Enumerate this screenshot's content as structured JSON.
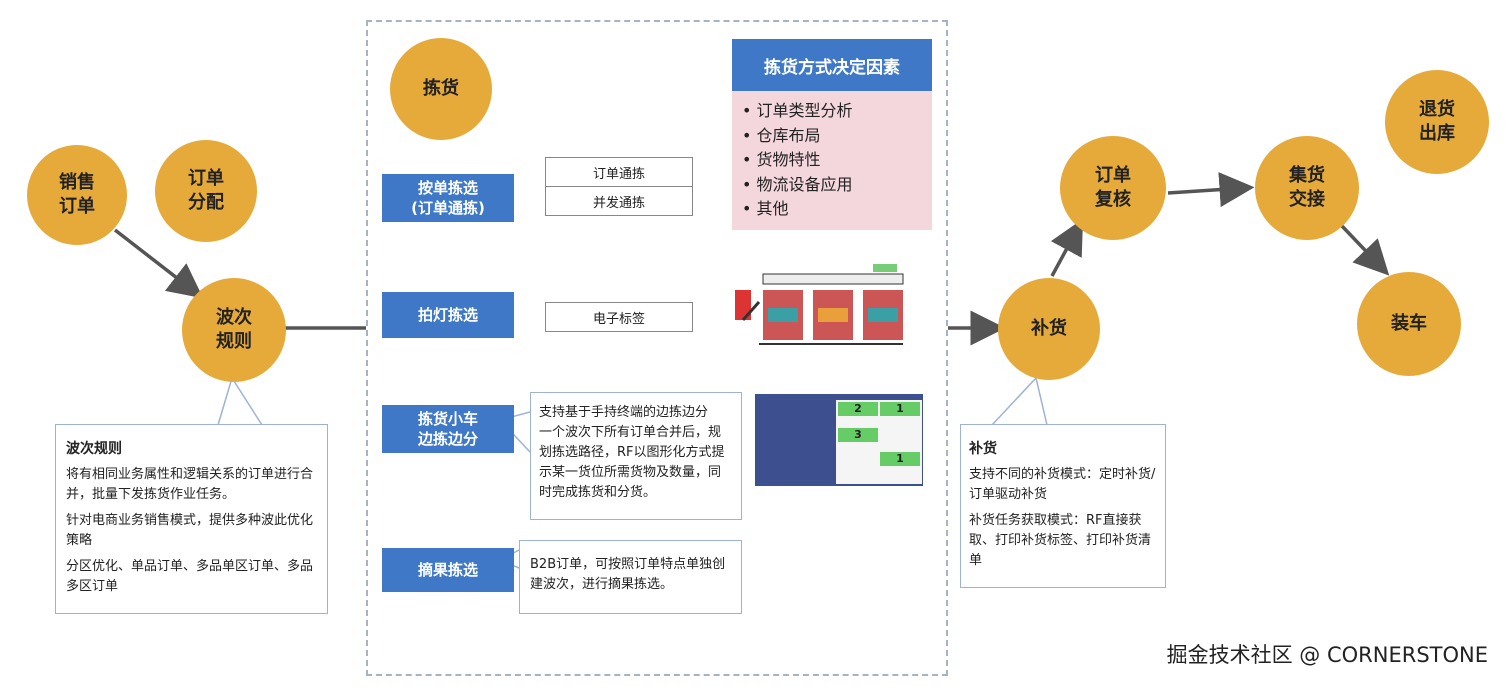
{
  "circles": {
    "sales_order": "销售\n订单",
    "order_alloc": "订单\n分配",
    "wave_rule": "波次\n规则",
    "picking": "拣货",
    "replenish": "补货",
    "order_review": "订单\n复核",
    "collect_handover": "集货\n交接",
    "return_outbound": "退货\n出库",
    "loading": "装车"
  },
  "factors": {
    "title": "拣货方式决定因素",
    "items": [
      "订单类型分析",
      "仓库布局",
      "货物特性",
      "物流设备应用",
      "其他"
    ]
  },
  "methods": {
    "by_order": "按单拣选\n(订单通拣)",
    "by_order_tags": [
      "订单通拣",
      "并发通拣"
    ],
    "light": "拍灯拣选",
    "light_tag": "电子标签",
    "cart": "拣货小车\n边拣边分",
    "cart_desc": "支持基于手持终端的边拣边分\n一个波次下所有订单合并后，规划拣选路径，RF以图形化方式提示某一货位所需货物及数量，同时完成拣货和分货。",
    "pick_fruit": "摘果拣选",
    "pick_fruit_desc": "B2B订单，可按照订单特点单独创建波次，进行摘果拣选。"
  },
  "wave_box": {
    "title": "波次规则",
    "p1": "将有相同业务属性和逻辑关系的订单进行合并，批量下发拣货作业任务。",
    "p2": "针对电商业务销售模式，提供多种波此优化策略",
    "p3": "分区优化、单品订单、多品单区订单、多品多区订单"
  },
  "replenish_box": {
    "title": "补货",
    "p1": "支持不同的补货模式：定时补货/订单驱动补货",
    "p2": "补货任务获取模式：RF直接获取、打印补货标签、打印补货清单"
  },
  "cart_grid": [
    "2",
    "1",
    "3",
    "1"
  ],
  "watermark": "掘金技术社区 @ CORNERSTONE"
}
